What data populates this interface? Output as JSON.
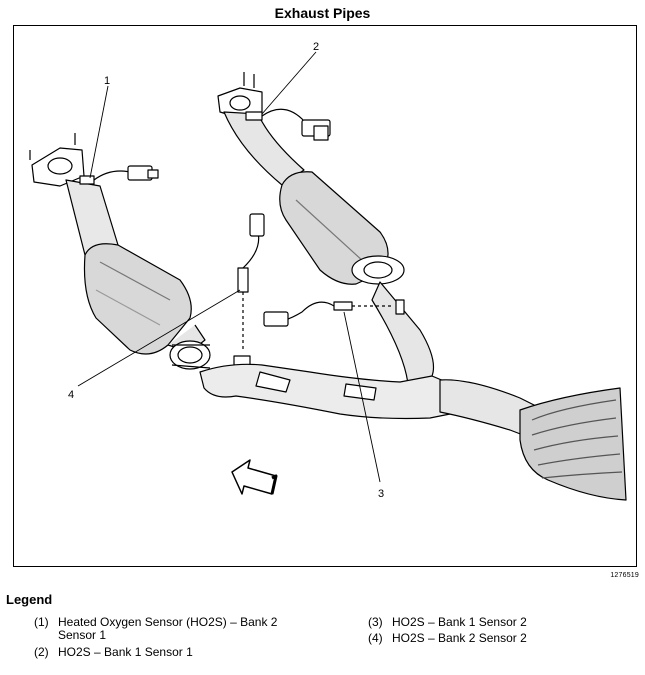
{
  "title": "Exhaust Pipes",
  "figure_id": "1276519",
  "callouts": [
    "1",
    "2",
    "3",
    "4"
  ],
  "legend": {
    "heading": "Legend",
    "items": [
      {
        "num": "(1)",
        "text": "Heated Oxygen Sensor (HO2S) – Bank 2 Sensor 1"
      },
      {
        "num": "(2)",
        "text": "HO2S – Bank 1 Sensor 1"
      },
      {
        "num": "(3)",
        "text": "HO2S – Bank 1 Sensor 2"
      },
      {
        "num": "(4)",
        "text": "HO2S – Bank 2 Sensor 2"
      }
    ]
  }
}
